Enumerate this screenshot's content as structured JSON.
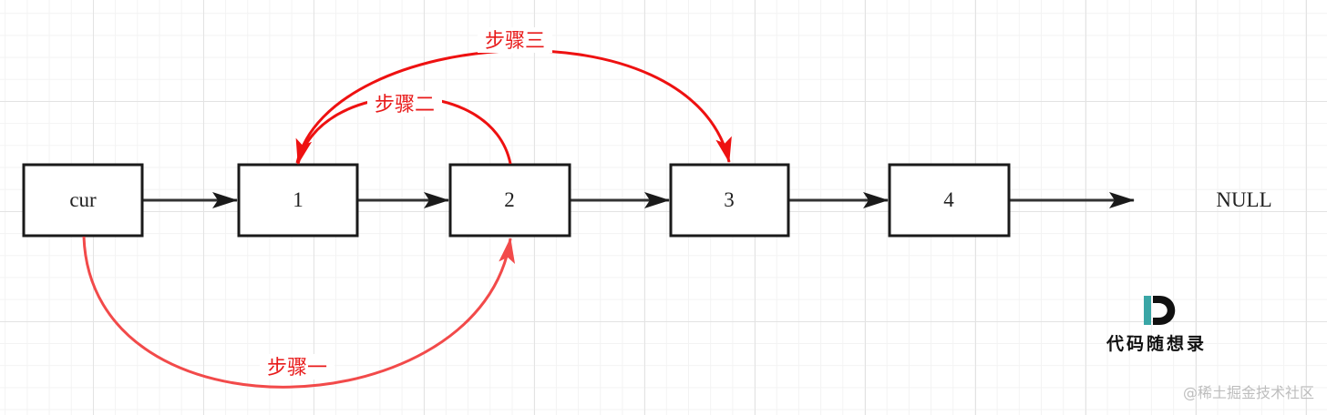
{
  "nodes": {
    "cur": "cur",
    "n1": "1",
    "n2": "2",
    "n3": "3",
    "n4": "4"
  },
  "null_label": "NULL",
  "steps": {
    "step1": "步骤一",
    "step2": "步骤二",
    "step3": "步骤三"
  },
  "logo": {
    "mark": "D",
    "text": "代码随想录"
  },
  "watermark": "@稀土掘金技术社区",
  "colors": {
    "red_arrow": "#ee1111",
    "node_border": "#1a1a1a",
    "logo_accent": "#3aa6a6"
  }
}
